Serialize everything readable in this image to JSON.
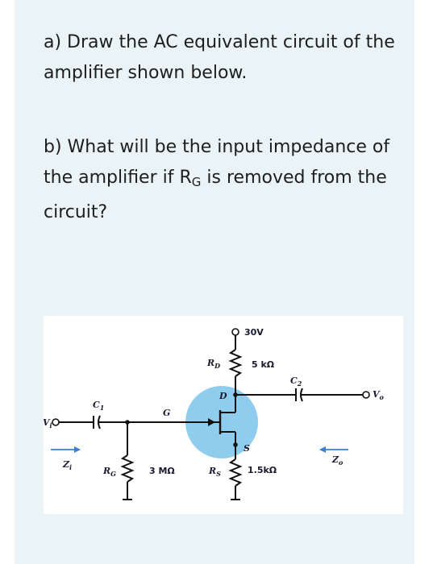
{
  "question": {
    "part_a": "a) Draw the AC equivalent circuit of the amplifier shown below.",
    "part_b_prefix": "b) What will be the input impedance of the amplifier if R",
    "part_b_sub": "G",
    "part_b_suffix": " is removed from the circuit?"
  },
  "circuit": {
    "supply": "30V",
    "rd_label": "R",
    "rd_sub": "D",
    "rd_value": "5 kΩ",
    "c2_label": "C",
    "c2_sub": "2",
    "vo_label": "V",
    "vo_sub": "o",
    "d_label": "D",
    "g_label": "G",
    "s_label": "S",
    "c1_label": "C",
    "c1_sub": "1",
    "vi_label": "V",
    "vi_sub": "i",
    "zi_label": "Z",
    "zi_sub": "i",
    "zo_label": "Z",
    "zo_sub": "o",
    "rg_label": "R",
    "rg_sub": "G",
    "rg_value": "3 MΩ",
    "rs_label": "R",
    "rs_sub": "S",
    "rs_value": "1.5kΩ",
    "colors": {
      "wire": "#111111",
      "transistor_highlight": "#8fcdee",
      "arrow": "#3a7fd0",
      "label": "#1a1a2e"
    }
  }
}
